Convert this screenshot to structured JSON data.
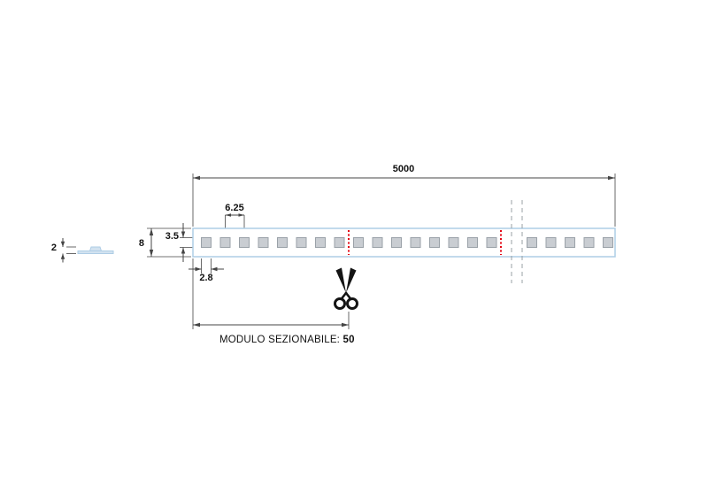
{
  "diagram": {
    "dimensions": {
      "total_length": "5000",
      "led_pitch": "6.25",
      "strip_width": "8",
      "led_height": "3.5",
      "led_width": "2.8",
      "profile_height": "2"
    },
    "module_note": {
      "label": "MODULO SEZIONABILE: ",
      "value": "50"
    },
    "led_segments": [
      8,
      8,
      5
    ],
    "colors": {
      "strip_outline": "#aecde5",
      "led_fill": "#c9cdd2",
      "led_stroke": "#9aa1a8",
      "cut_line": "#e30613",
      "break_line": "#9aa0a6",
      "dim_line": "#444444",
      "text": "#111111",
      "profile_fill": "#d2e2f0",
      "background": "#ffffff"
    }
  }
}
